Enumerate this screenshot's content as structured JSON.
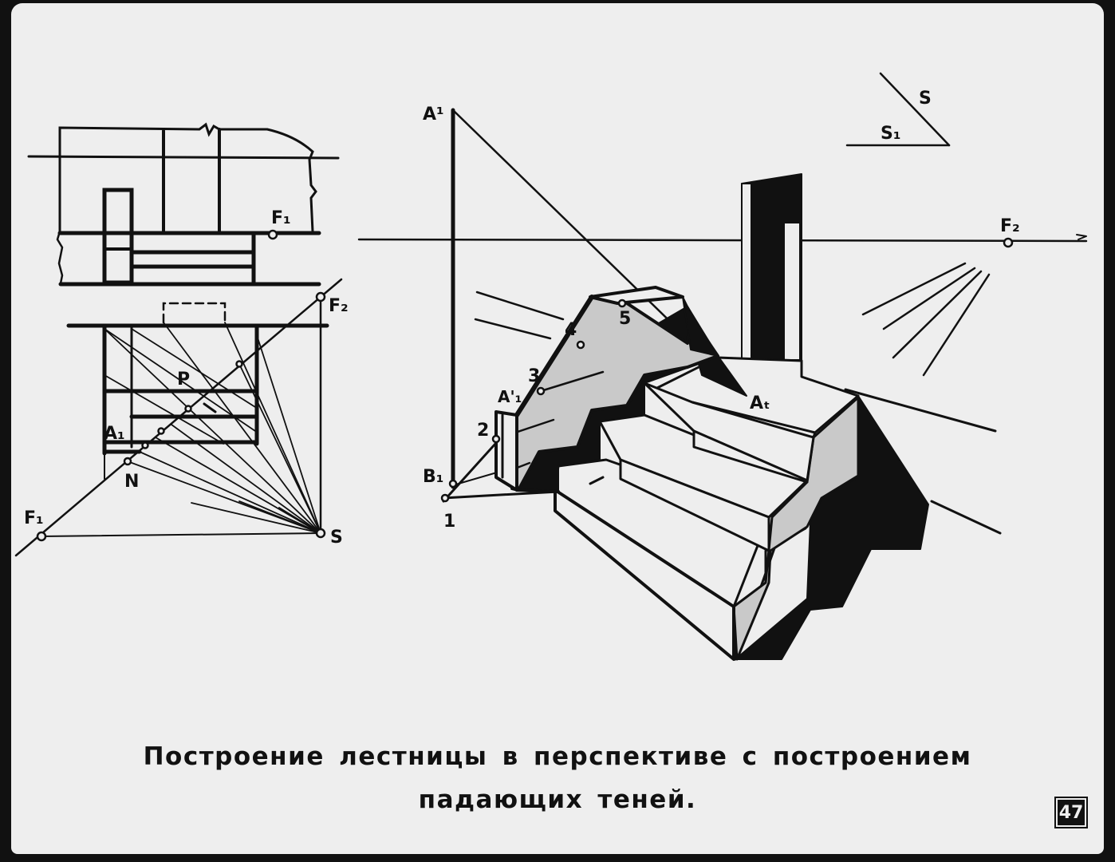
{
  "caption": {
    "line1": "Построение лестницы в перспективе с построением",
    "line2": "падающих теней."
  },
  "page_number": "47",
  "labels": {
    "plan": {
      "F1_top": "F₁",
      "F2": "F₂",
      "P": "P",
      "A1": "A₁",
      "N": "N",
      "F1_bottom": "F₁",
      "S": "S"
    },
    "perspective": {
      "A_prime": "A¹",
      "A_prime_1": "A'₁",
      "B1": "B₁",
      "At": "Aₜ",
      "F2": "F₂",
      "n1": "1",
      "n2": "2",
      "n3": "3",
      "n4": "4",
      "n5": "5"
    },
    "legend": {
      "S": "S",
      "S1": "S₁"
    }
  },
  "colors": {
    "ink": "#111111",
    "paper": "#eeeeee",
    "lit_face": "#c9c9c9",
    "frame": "#111111"
  }
}
